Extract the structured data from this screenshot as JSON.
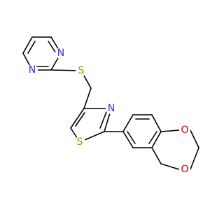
{
  "structure": {
    "atoms": [
      {
        "id": "a1",
        "symbol": "N",
        "color": "#3333cc"
      },
      {
        "id": "a2",
        "symbol": "N",
        "color": "#3333cc"
      },
      {
        "id": "a3",
        "symbol": "S",
        "color": "#999900"
      },
      {
        "id": "a4",
        "symbol": "N",
        "color": "#3333cc"
      },
      {
        "id": "a5",
        "symbol": "S",
        "color": "#999900"
      },
      {
        "id": "a6",
        "symbol": "O",
        "color": "#cc0000"
      },
      {
        "id": "a7",
        "symbol": "O",
        "color": "#cc0000"
      }
    ]
  }
}
